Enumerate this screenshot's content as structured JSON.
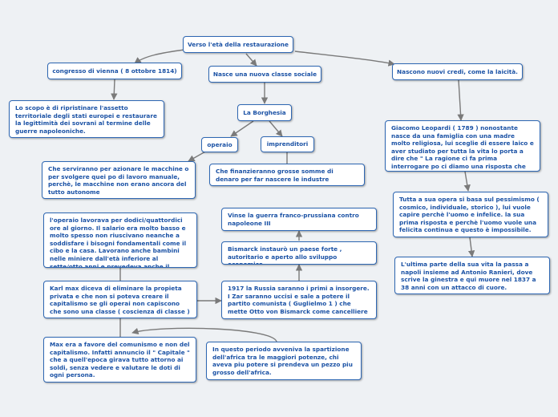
{
  "colors": {
    "background": "#eef1f4",
    "node_border": "#2e67b3",
    "node_text": "#1b52a5",
    "edge": "#7a7a7a"
  },
  "nodes": {
    "root": "Verso l'età della restaurazione",
    "congresso": "congresso di vienna ( 8 ottobre 1814)",
    "scopo": "Lo scopo è di ripristinare l'assetto territoriale degli stati europei e restaurare la legittimità dei sovrani al termine delle guerre napoleoniche.",
    "nuova_classe": "Nasce una nuova classe sociale",
    "borghesia": "La Borghesia",
    "operaio": "operaio",
    "imprenditori": "imprenditori",
    "servivano": "Che serviranno per azionare le macchine o per svolgere quei po di lavoro manuale, perchè, le macchine non erano ancora del tutto autonome",
    "finanzieranno": "Che finanzieranno grosse somme di denaro per far nascere le industre",
    "lavorava": "l'operaio lavorava per dodici/quattordici ore al giorno. Il salario era molto basso e molto spesso non riuscivano neanche a soddisfare i bisogni fondamentali come il cibo e la casa. Lavorano anche bambini nelle miniere dall'età inferiore al sette/otto anni e prevedeva anche il lavoro notturno",
    "karl_max": "Karl max diceva di eliminare la propieta privata e che non si poteva creare il capitalismo se gli operai non capiscono che sono una classe ( coscienza di classe )",
    "favore": "Max era a favore del comunismo e non del capitalismo. Infatti annuncio il \" Capitale \" che a quell'epoca girava tutto attorno ai soldi, senza vedere e valutare le doti di ogni persona.",
    "russia": "1917 la Russia saranno i primi a insorgere. I Zar saranno uccisi e sale a potere il partito comunista ( Guglielmo 1 ) che mette Otto von Bismarck come cancelliere",
    "bismarck": "Bismarck instaurò un paese forte , autoritario e aperto allo sviluppo economico",
    "vinse": "Vinse la guerra franco-prussiana contro napoleone III",
    "africa": "In questo periodo avveniva la spartizione dell'africa tra le maggiori potenze, chi aveva piu potere si prendeva un pezzo piu grosso dell'africa.",
    "credi": "Nascono nuovi credi, come la laicità.",
    "leopardi": "Giacomo Leopardi ( 1789 ) nonostante nasce da una famiglia con una madre molto religiosa, lui sceglie di essere laico e aver studiato per tutta la vita lo porta a dire che \" La ragione ci fa prima interrogare po ci diamo una risposta che non ha una finalità\"",
    "opera": "Tutta a sua opera si basa sul pessimismo ( cosmico, individuale, storico ), lui vuole capire perchè l'uomo e infelice. la sua prima risposta e perchè l'uomo vuole una felicita continua e questo è impossibile.",
    "ultima": "L'ultima parte della sua vita la passa a napoli insieme ad Antonio Ranieri, dove scrive la ginestra e qui muore nel 1837 a 38 anni con un attacco di cuore."
  }
}
